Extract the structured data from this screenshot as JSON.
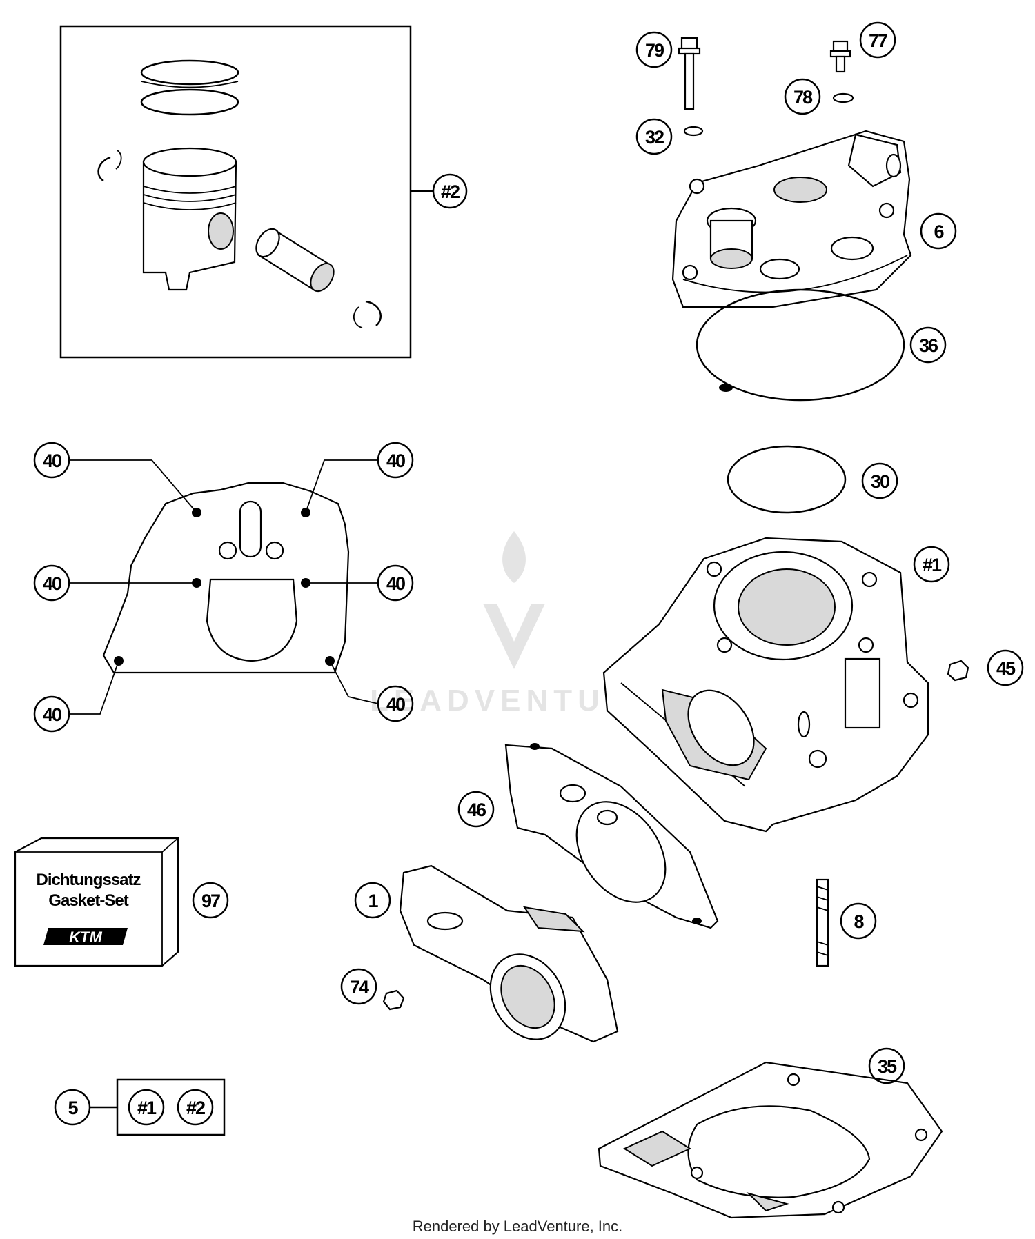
{
  "callouts": {
    "piston_kit": "#2",
    "bolt_79": "79",
    "bolt_77": "77",
    "washer_78": "78",
    "washer_32": "32",
    "head": "6",
    "oring_36": "36",
    "oring_30": "30",
    "cylinder": "#1",
    "nut_45": "45",
    "gasket_46": "46",
    "intake": "1",
    "stud_8": "8",
    "nut_74": "74",
    "base_gasket": "35",
    "gasket_set": "97",
    "cylinder_kit": "5",
    "kit_ref_1": "#1",
    "kit_ref_2": "#2",
    "plug_40_a": "40",
    "plug_40_b": "40",
    "plug_40_c": "40",
    "plug_40_d": "40",
    "plug_40_e": "40",
    "plug_40_f": "40"
  },
  "gasket_box": {
    "line1": "Dichtungssatz",
    "line2": "Gasket-Set",
    "brand": "KTM"
  },
  "watermark": "LEADVENTURE",
  "footer": "Rendered by LeadVenture, Inc."
}
